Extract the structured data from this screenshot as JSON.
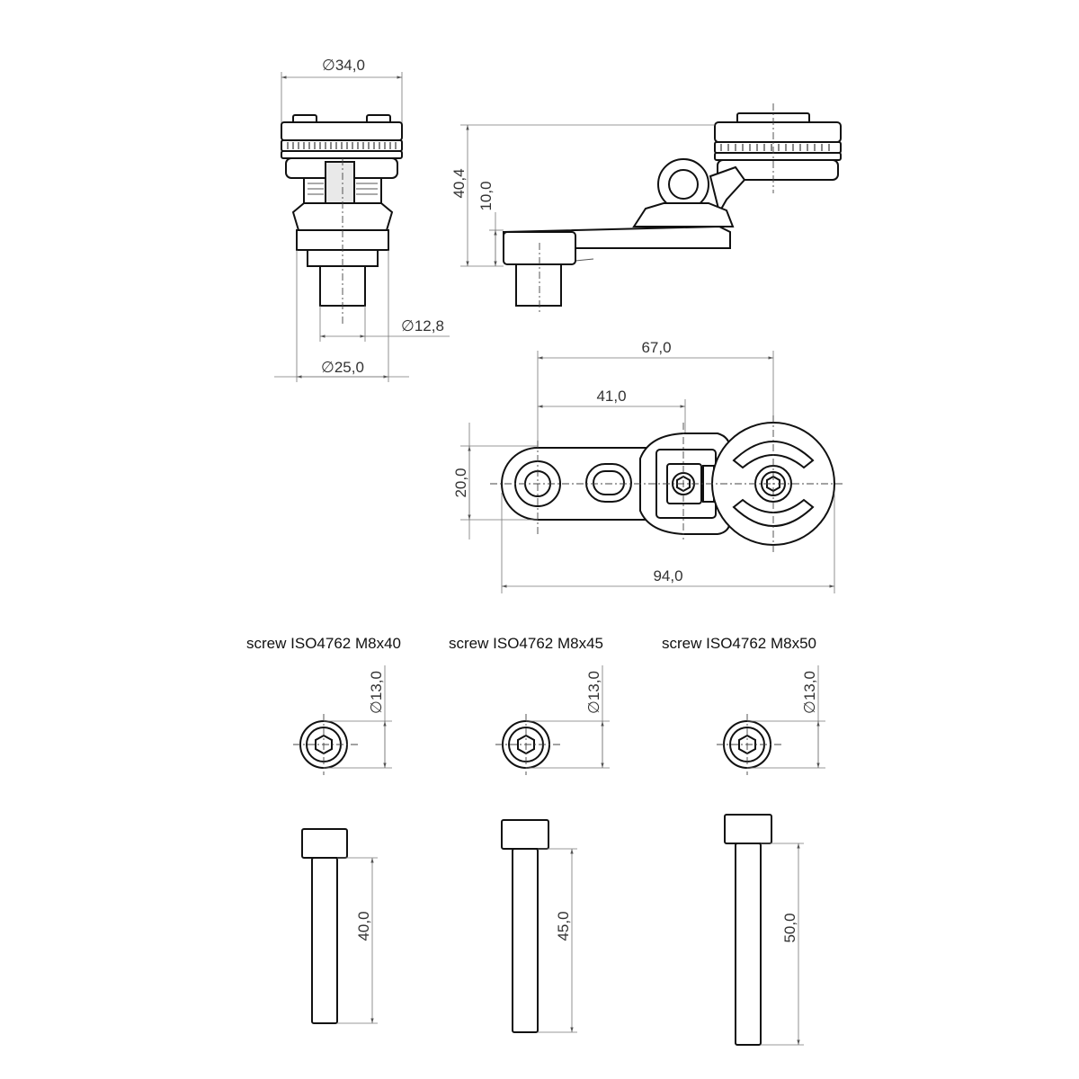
{
  "front_view": {
    "dim_top": "∅34,0",
    "dim_small": "∅12,8",
    "dim_bottom": "∅25,0"
  },
  "side_view": {
    "dim_total_height": "40,4",
    "dim_arm_height": "10,0"
  },
  "top_view": {
    "dim_67": "67,0",
    "dim_41": "41,0",
    "dim_width": "20,0",
    "dim_length": "94,0"
  },
  "screws": [
    {
      "title": "screw ISO4762 M8x40",
      "head_dia": "∅13,0",
      "length": "40,0"
    },
    {
      "title": "screw ISO4762 M8x45",
      "head_dia": "∅13,0",
      "length": "45,0"
    },
    {
      "title": "screw ISO4762 M8x50",
      "head_dia": "∅13,0",
      "length": "50,0"
    }
  ]
}
